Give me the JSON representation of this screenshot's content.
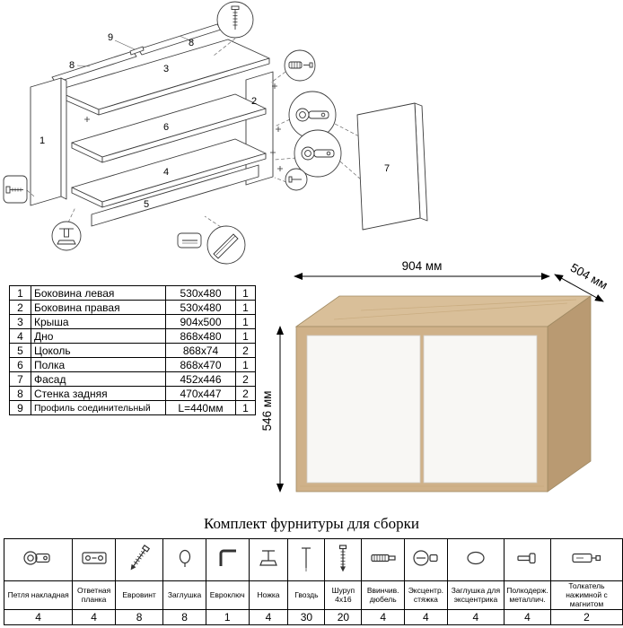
{
  "diagram": {
    "labels": {
      "l1": "1",
      "l2": "2",
      "l3": "3",
      "l4": "4",
      "l5": "5",
      "l6": "6",
      "l7": "7",
      "l8a": "8",
      "l8b": "8",
      "l9": "9"
    }
  },
  "parts_table": {
    "rows": [
      {
        "num": "1",
        "name": "Боковина левая",
        "size": "530x480",
        "qty": "1"
      },
      {
        "num": "2",
        "name": "Боковина правая",
        "size": "530x480",
        "qty": "1"
      },
      {
        "num": "3",
        "name": "Крыша",
        "size": "904x500",
        "qty": "1"
      },
      {
        "num": "4",
        "name": "Дно",
        "size": "868x480",
        "qty": "1"
      },
      {
        "num": "5",
        "name": "Цоколь",
        "size": "868x74",
        "qty": "2"
      },
      {
        "num": "6",
        "name": "Полка",
        "size": "868x470",
        "qty": "1"
      },
      {
        "num": "7",
        "name": "Фасад",
        "size": "452x446",
        "qty": "2"
      },
      {
        "num": "8",
        "name": "Стенка задняя",
        "size": "470x447",
        "qty": "2"
      },
      {
        "num": "9",
        "name": "Профиль соединительный",
        "size": "L=440мм",
        "qty": "1"
      }
    ]
  },
  "cabinet": {
    "width_label": "904 мм",
    "depth_label": "504 мм",
    "height_label": "546 мм"
  },
  "hardware": {
    "title": "Комплект фурнитуры для сборки",
    "items": [
      {
        "name": "Петля накладная",
        "qty": "4"
      },
      {
        "name": "Ответная планка",
        "qty": "4"
      },
      {
        "name": "Евровинт",
        "qty": "8"
      },
      {
        "name": "Заглушка",
        "qty": "8"
      },
      {
        "name": "Евроключ",
        "qty": "1"
      },
      {
        "name": "Ножка",
        "qty": "4"
      },
      {
        "name": "Гвоздь",
        "qty": "30"
      },
      {
        "name": "Шуруп 4x16",
        "qty": "20"
      },
      {
        "name": "Ввинчив. дюбель",
        "qty": "4"
      },
      {
        "name": "Эксцентр. стяжка",
        "qty": "4"
      },
      {
        "name": "Заглушка для эксцентрика",
        "qty": "4"
      },
      {
        "name": "Полкодерж. металлич.",
        "qty": "4"
      },
      {
        "name": "Толкатель нажимной с магнитом",
        "qty": "2"
      }
    ]
  },
  "colors": {
    "wood_top": "#d9bf99",
    "wood_front": "#cfb189",
    "wood_side": "#b99a72",
    "door": "#f8f7f4"
  }
}
